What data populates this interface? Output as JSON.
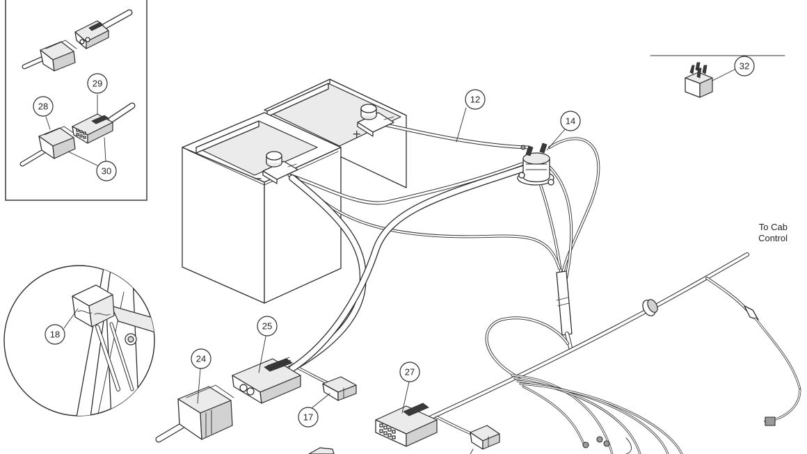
{
  "callouts": {
    "c12": "12",
    "c14": "14",
    "c17": "17",
    "c18": "18",
    "c24": "24",
    "c25": "25",
    "c27": "27",
    "c28": "28",
    "c29": "29",
    "c30": "30",
    "c32": "32"
  },
  "labels": {
    "to_cab_line1": "To Cab",
    "to_cab_line2": "Control"
  },
  "colors": {
    "ink": "#2b2b2b",
    "paper": "#ffffff"
  }
}
